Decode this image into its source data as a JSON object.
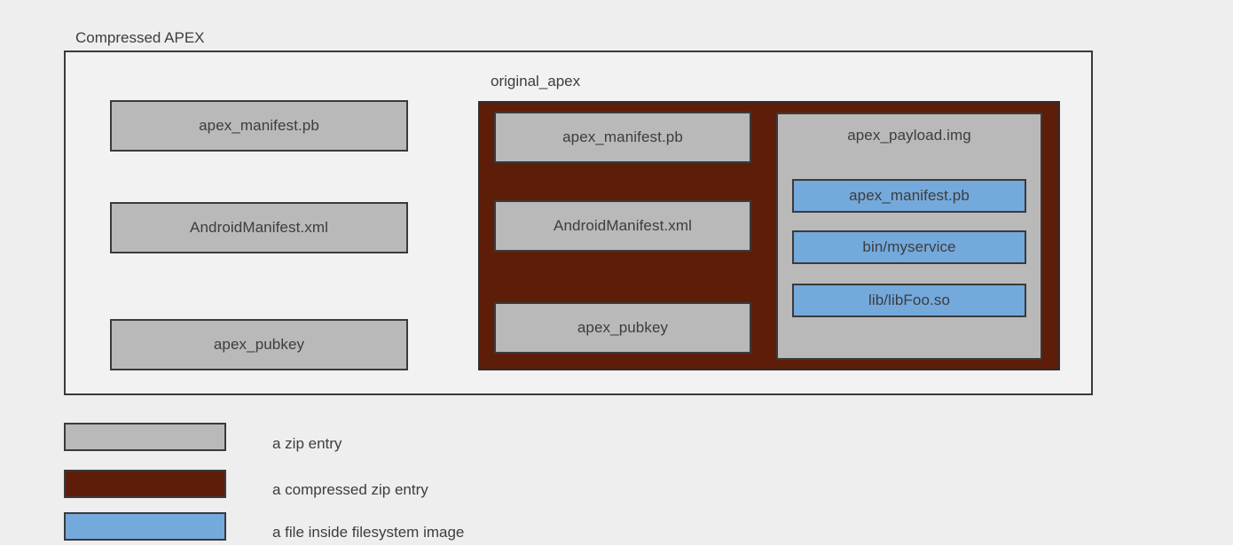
{
  "diagram": {
    "title": "Compressed APEX",
    "inner_title": "original_apex",
    "colors": {
      "background": "#eeeeee",
      "frame_fill": "#f2f2f2",
      "stroke": "#3a3a3a",
      "zip_entry": "#b9b9b9",
      "compressed_zip_entry": "#5e1d09",
      "filesystem_file": "#74a9dc",
      "text": "#3d3d3d"
    }
  },
  "outer_entries": [
    {
      "label": "apex_manifest.pb",
      "kind": "zip-entry"
    },
    {
      "label": "AndroidManifest.xml",
      "kind": "zip-entry"
    },
    {
      "label": "apex_pubkey",
      "kind": "zip-entry"
    }
  ],
  "original_apex": {
    "kind": "compressed-zip-entry",
    "entries": [
      {
        "label": "apex_manifest.pb",
        "kind": "zip-entry"
      },
      {
        "label": "AndroidManifest.xml",
        "kind": "zip-entry"
      },
      {
        "label": "apex_pubkey",
        "kind": "zip-entry"
      }
    ],
    "payload": {
      "label": "apex_payload.img",
      "kind": "zip-entry",
      "files": [
        {
          "label": "apex_manifest.pb",
          "kind": "filesystem-file"
        },
        {
          "label": "bin/myservice",
          "kind": "filesystem-file"
        },
        {
          "label": "lib/libFoo.so",
          "kind": "filesystem-file"
        }
      ]
    }
  },
  "legend": [
    {
      "swatch": "#b9b9b9",
      "text": "a zip entry"
    },
    {
      "swatch": "#5e1d09",
      "text": "a compressed zip entry"
    },
    {
      "swatch": "#74a9dc",
      "text": "a file inside filesystem image"
    }
  ]
}
